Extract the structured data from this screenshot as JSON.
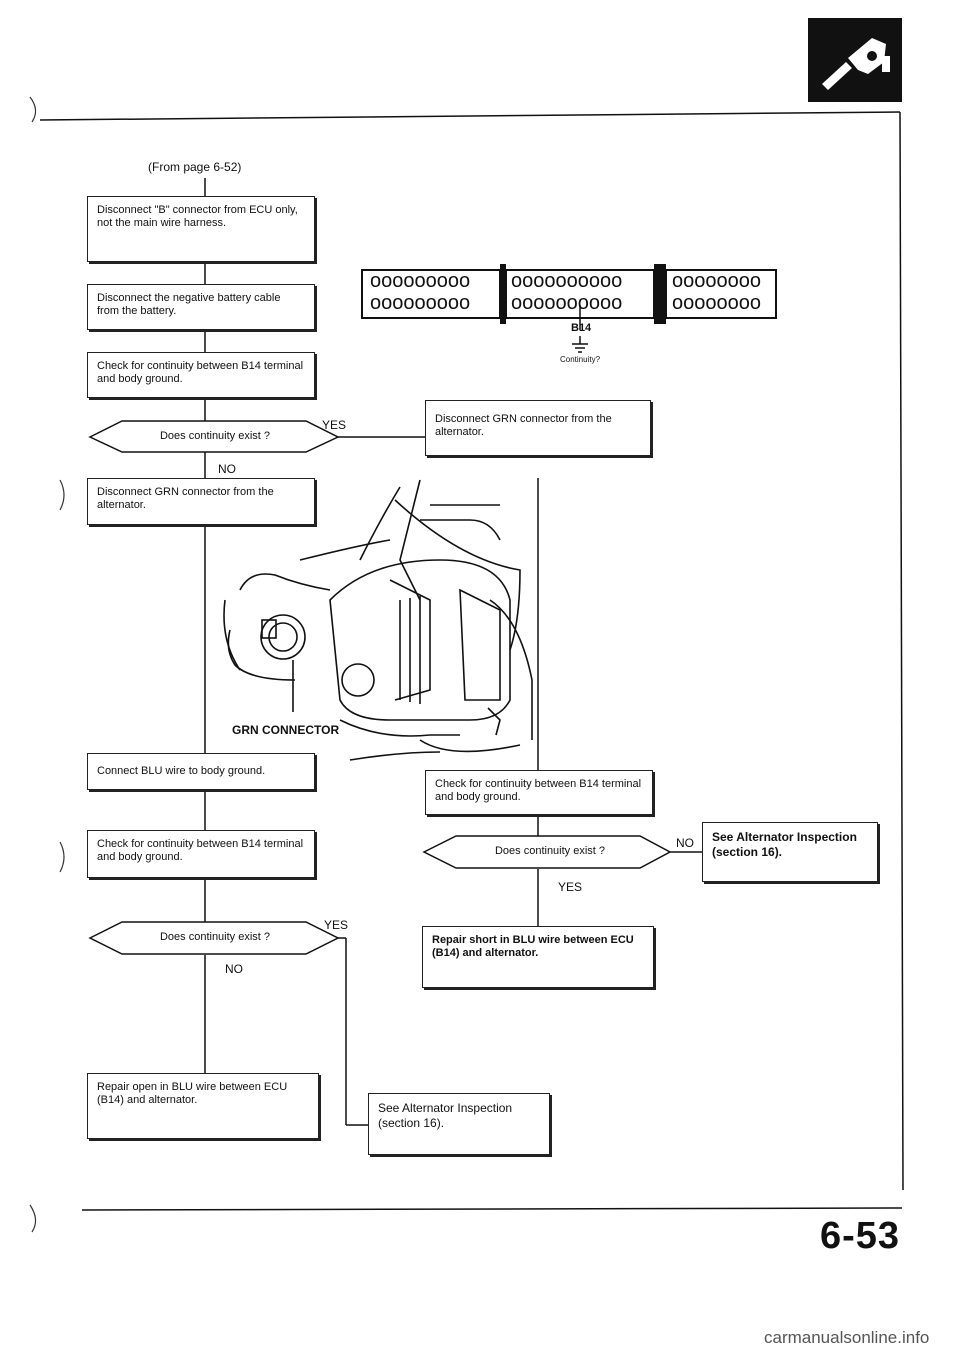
{
  "from_page": "(From page 6-52)",
  "steps": {
    "disconnect_b": "Disconnect \"B\" connector from ECU only, not the main wire harness.",
    "disconnect_battery": "Disconnect the negative battery cable from the battery.",
    "check1": "Check for continuity between B14 terminal and body ground.",
    "question1": "Does continuity exist ?",
    "disconnect_grn_left": "Disconnect GRN connector from the alternator.",
    "disconnect_grn_right": "Disconnect GRN connector from the alternator.",
    "connect_blu": "Connect BLU wire to body ground.",
    "check2": "Check for continuity between B14 terminal and body ground.",
    "question2": "Does continuity exist ?",
    "repair_open": "Repair open in BLU wire between ECU (B14) and alternator.",
    "see_alt_bottom": "See Alternator Inspection (section 16).",
    "check3": "Check for continuity between B14 terminal and body ground.",
    "question3": "Does continuity exist ?",
    "see_alt_right": "See Alternator Inspection (section 16).",
    "repair_short": "Repair short in BLU wire between ECU (B14) and alternator."
  },
  "labels": {
    "yes": "YES",
    "no": "NO",
    "b14": "B14",
    "continuity": "Continuity?",
    "grn_connector": "GRN CONNECTOR"
  },
  "connector_pins": {
    "left_top": "ooooooooo",
    "left_bottom": "ooooooooo",
    "mid_top": "oooooooooo",
    "mid_bottom": "oooooooooo",
    "right_top": "oooooooo",
    "right_bottom": "oooooooo"
  },
  "page_number": "6-53",
  "watermark": "carmanualsonline.info",
  "icons": [
    "fuel-nozzle-icon"
  ]
}
